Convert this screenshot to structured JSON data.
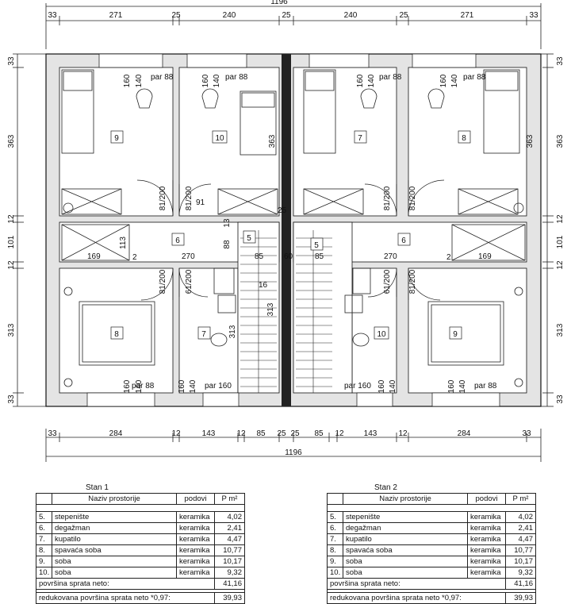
{
  "dims": {
    "top_total": "1196",
    "top": [
      "33",
      "271",
      "25",
      "240",
      "25",
      "240",
      "25",
      "271",
      "33"
    ],
    "bottom": [
      "33",
      "284",
      "12",
      "143",
      "12",
      "85",
      "25",
      "25",
      "85",
      "12",
      "143",
      "12",
      "284",
      "33"
    ],
    "bottom_total": "1196",
    "left": [
      "33",
      "363",
      "12",
      "101",
      "12",
      "313",
      "33"
    ],
    "right": [
      "33",
      "363",
      "12",
      "101",
      "12",
      "313",
      "33"
    ]
  },
  "rooms": [
    {
      "id": "r9a",
      "text": "9"
    },
    {
      "id": "r10a",
      "text": "10"
    },
    {
      "id": "r7a",
      "text": "7"
    },
    {
      "id": "r8a",
      "text": "8"
    },
    {
      "id": "r6a",
      "text": "6"
    },
    {
      "id": "r6b",
      "text": "6"
    },
    {
      "id": "r5a",
      "text": "5"
    },
    {
      "id": "r5b",
      "text": "5"
    },
    {
      "id": "r8b",
      "text": "8"
    },
    {
      "id": "r7b",
      "text": "7"
    },
    {
      "id": "r10b",
      "text": "10"
    },
    {
      "id": "r9b",
      "text": "9"
    }
  ],
  "inner_labels": [
    "160",
    "140",
    "par 88",
    "160",
    "140",
    "par 88",
    "160",
    "140",
    "par 88",
    "160",
    "140",
    "par 88",
    "363",
    "363",
    "81/200",
    "81/200",
    "81/200",
    "81/200",
    "91",
    "13",
    "25",
    "113",
    "169",
    "270",
    "88",
    "85",
    "60",
    "85",
    "270",
    "169",
    "2",
    "2",
    "81/200",
    "61/200",
    "61/200",
    "81/200",
    "313",
    "313",
    "16",
    "160",
    "140",
    "par 88",
    "160",
    "140",
    "par 160",
    "par 160",
    "160",
    "140",
    "160",
    "140",
    "par 88"
  ],
  "tables": [
    {
      "title": "Stan 1",
      "header": [
        "Naziv prostorije",
        "podovi",
        "P m²"
      ],
      "rows": [
        [
          "5.",
          "stepenište",
          "keramika",
          "4,02"
        ],
        [
          "6.",
          "degažman",
          "keramika",
          "2,41"
        ],
        [
          "7.",
          "kupatilo",
          "keramika",
          "4,47"
        ],
        [
          "8.",
          "spavaća soba",
          "keramika",
          "10,77"
        ],
        [
          "9.",
          "soba",
          "keramika",
          "10,17"
        ],
        [
          "10.",
          "soba",
          "keramika",
          "9,32"
        ]
      ],
      "net_label": "površina sprata neto:",
      "net_value": "41,16",
      "red_label": "redukovana površina sprata neto *0,97:",
      "red_value": "39,93"
    },
    {
      "title": "Stan 2",
      "header": [
        "Naziv prostorije",
        "podovi",
        "P m²"
      ],
      "rows": [
        [
          "5.",
          "stepenište",
          "keramika",
          "4,02"
        ],
        [
          "6.",
          "degažman",
          "keramika",
          "2,41"
        ],
        [
          "7.",
          "kupatilo",
          "keramika",
          "4,47"
        ],
        [
          "8.",
          "spavaća soba",
          "keramika",
          "10,77"
        ],
        [
          "9.",
          "soba",
          "keramika",
          "10,17"
        ],
        [
          "10.",
          "soba",
          "keramika",
          "9,32"
        ]
      ],
      "net_label": "površina sprata neto:",
      "net_value": "41,16",
      "red_label": "redukovana površina sprata neto *0,97:",
      "red_value": "39,93"
    }
  ]
}
